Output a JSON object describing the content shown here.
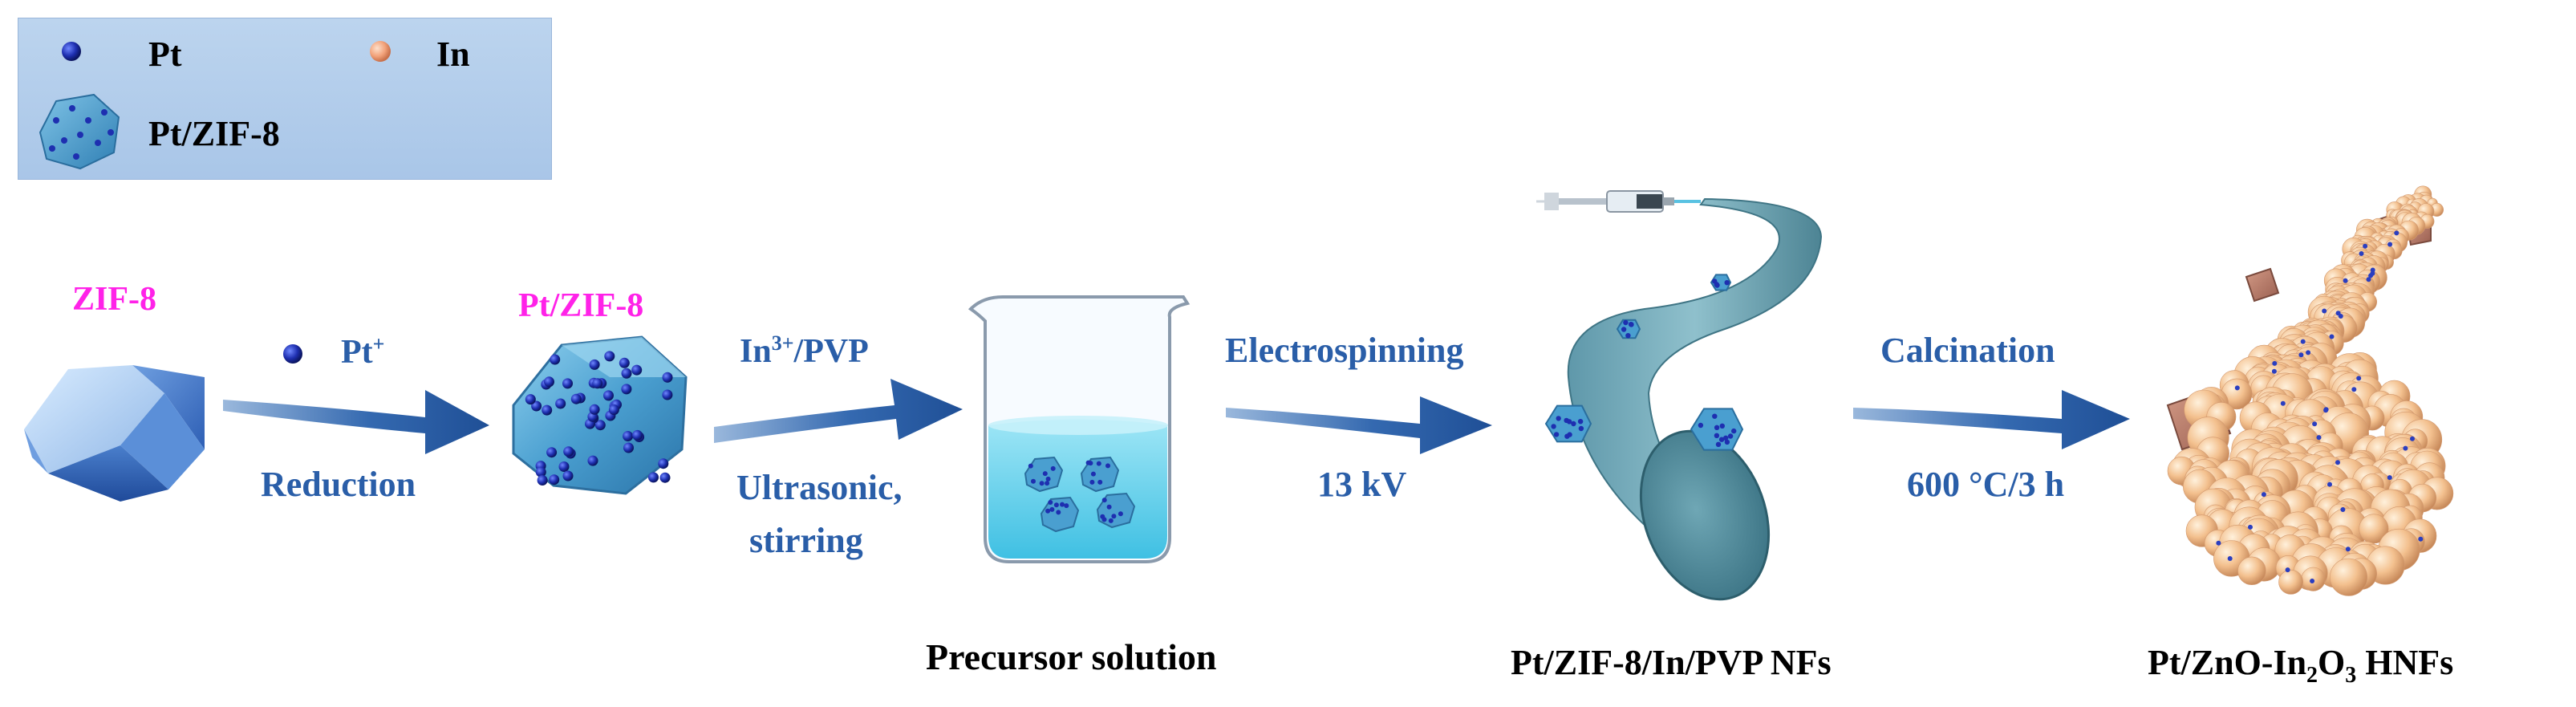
{
  "legend": {
    "pt": "Pt",
    "in": "In",
    "pt_zif8": "Pt/ZIF-8"
  },
  "steps": {
    "zif8_title": "ZIF-8",
    "pt_ion_base": "Pt",
    "pt_ion_charge": "+",
    "reduction": "Reduction",
    "pt_zif8_title": "Pt/ZIF-8",
    "in_pvp_base": "In",
    "in_pvp_charge": "3+",
    "in_pvp_rest": "/PVP",
    "ultrasonic": "Ultrasonic,",
    "stirring": "stirring",
    "precursor": "Precursor solution",
    "electrospinning": "Electrospinning",
    "voltage": "13 kV",
    "nanofiber_label": "Pt/ZIF-8/In/PVP  NFs",
    "calcination": "Calcination",
    "calc_conditions": "600 °C/3 h",
    "final_a": "Pt/ZnO-In",
    "final_sub1": "2",
    "final_b": "O",
    "final_sub2": "3",
    "final_c": " HNFs"
  },
  "colors": {
    "arrow": "#2a5ea8",
    "highlight": "#ff22e8",
    "pt_dot": "#1e2fb0",
    "in_dot": "#f2a27a",
    "zif_body": "#4a9fd0"
  }
}
